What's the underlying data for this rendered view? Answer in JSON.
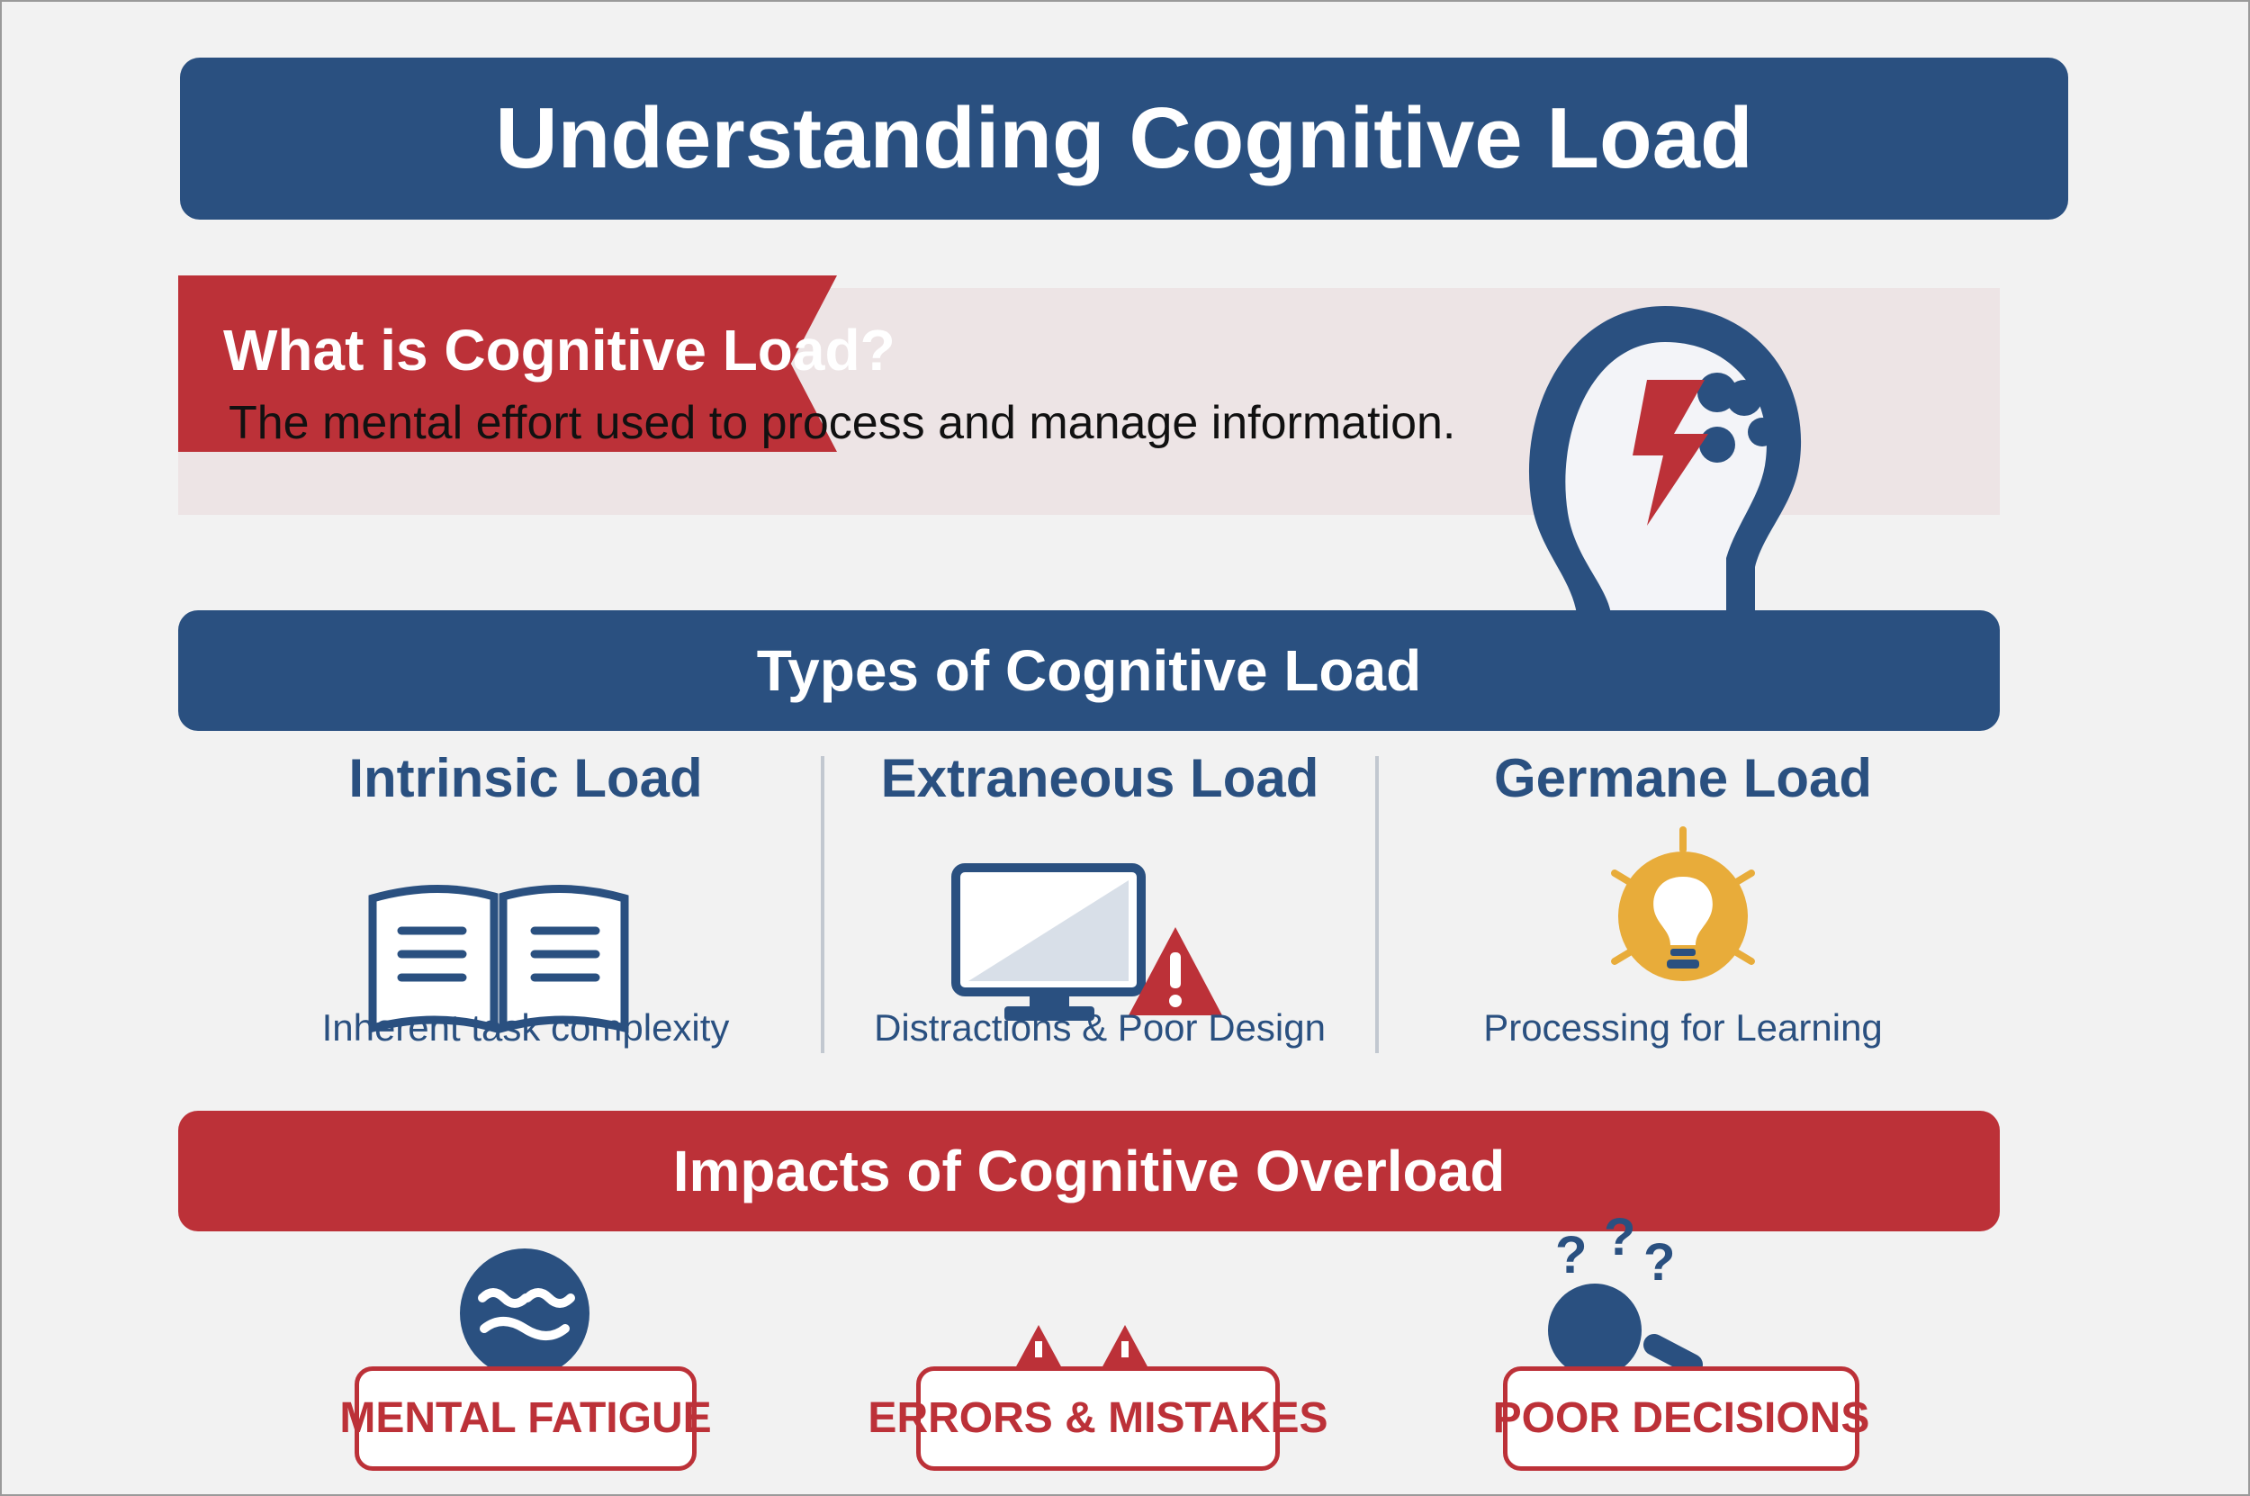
{
  "title": "Understanding Cognitive Load",
  "what": {
    "heading": "What is Cognitive Load?",
    "description": "The mental effort used to process and manage information."
  },
  "types": {
    "heading": "Types of Cognitive Load",
    "items": [
      {
        "name": "Intrinsic Load",
        "desc": "Inherent task complexity",
        "icon": "open-book-icon"
      },
      {
        "name": "Extraneous Load",
        "desc": "Distractions & Poor Design",
        "icon": "monitor-warning-icon"
      },
      {
        "name": "Germane Load",
        "desc": "Processing for Learning",
        "icon": "lightbulb-icon"
      }
    ]
  },
  "impacts": {
    "heading": "Impacts of Cognitive Overload",
    "items": [
      {
        "label": "MENTAL FATIGUE",
        "icon": "tired-face-icon"
      },
      {
        "label": "ERRORS & MISTAKES",
        "icon": "warning-triangles-icon"
      },
      {
        "label": "POOR DECISIONS",
        "icon": "confused-person-icon"
      }
    ]
  },
  "colors": {
    "navy": "#2a5080",
    "red": "#bc3138",
    "panel": "#ede4e5",
    "gold": "#e8ac3a",
    "background": "#f2f2f2"
  }
}
